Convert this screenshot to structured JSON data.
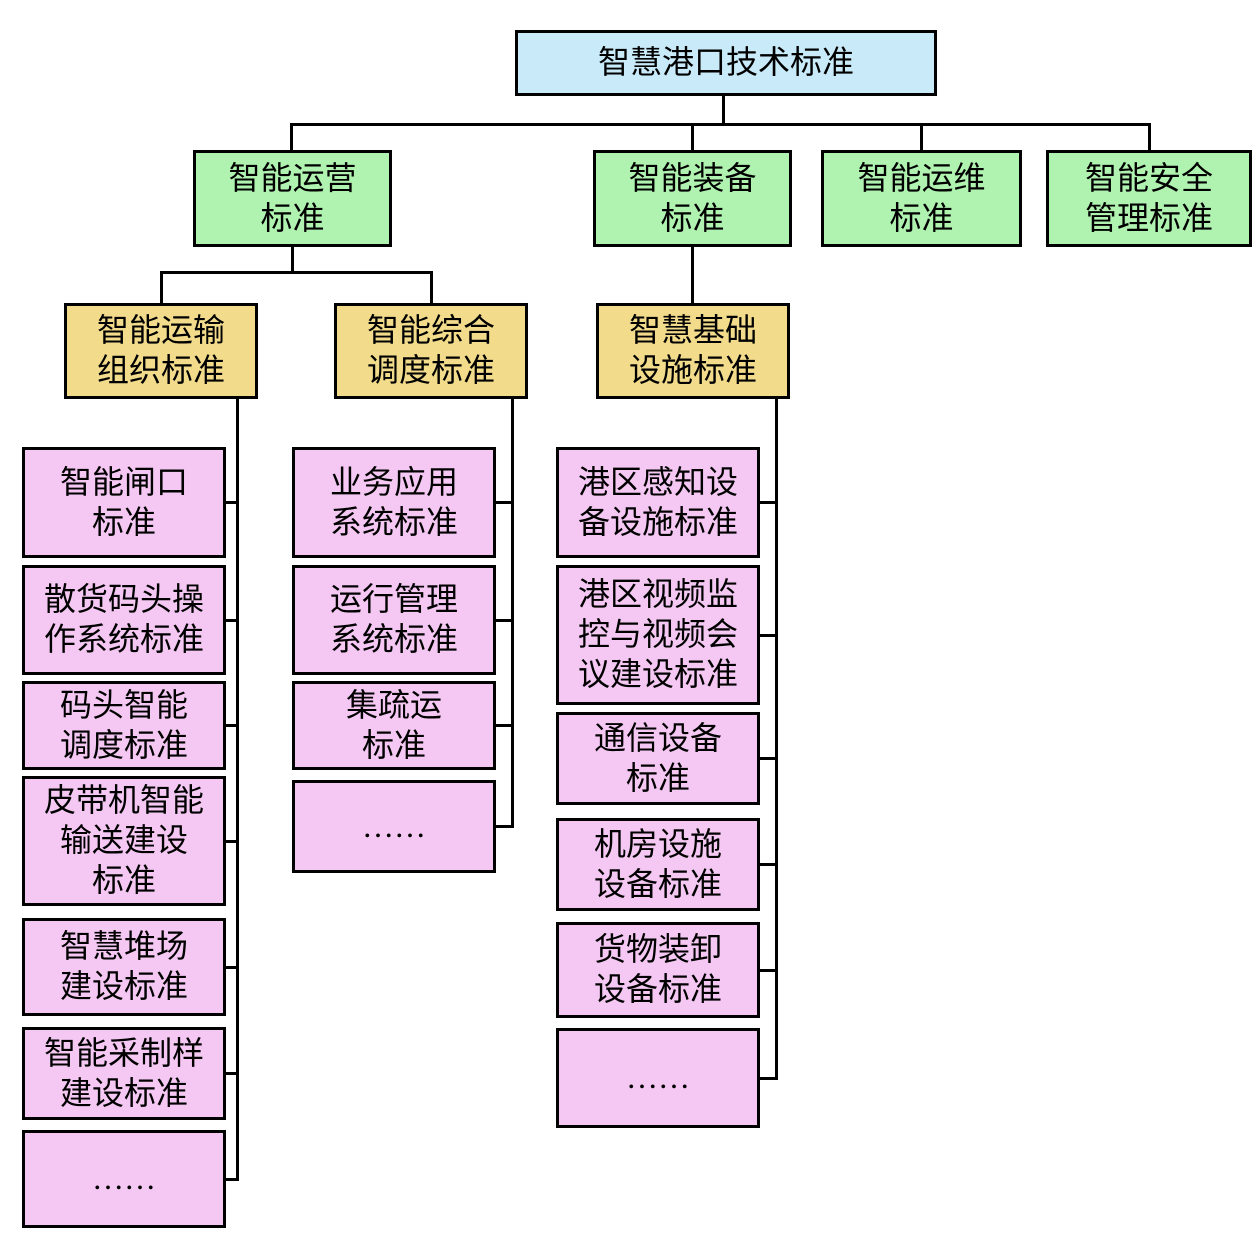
{
  "colors": {
    "root_fill": "#c9eaf8",
    "level2_fill": "#b0f2b0",
    "level3_fill": "#f2dc8c",
    "leaf_fill": "#f4c8f2",
    "border": "#000000",
    "connector": "#000000",
    "background": "#ffffff"
  },
  "tree": {
    "root": "智慧港口技术标准",
    "level2": [
      "智能运营\n标准",
      "智能装备\n标准",
      "智能运维\n标准",
      "智能安全\n管理标准"
    ],
    "level3": [
      "智能运输\n组织标准",
      "智能综合\n调度标准",
      "智慧基础\n设施标准"
    ],
    "col1": [
      "智能闸口\n标准",
      "散货码头操\n作系统标准",
      "码头智能\n调度标准",
      "皮带机智能\n输送建设\n标准",
      "智慧堆场\n建设标准",
      "智能采制样\n建设标准",
      "……"
    ],
    "col2": [
      "业务应用\n系统标准",
      "运行管理\n系统标准",
      "集疏运\n标准",
      "……"
    ],
    "col3": [
      "港区感知设\n备设施标准",
      "港区视频监\n控与视频会\n议建设标准",
      "通信设备\n标准",
      "机房设施\n设备标准",
      "货物装卸\n设备标准",
      "……"
    ]
  }
}
